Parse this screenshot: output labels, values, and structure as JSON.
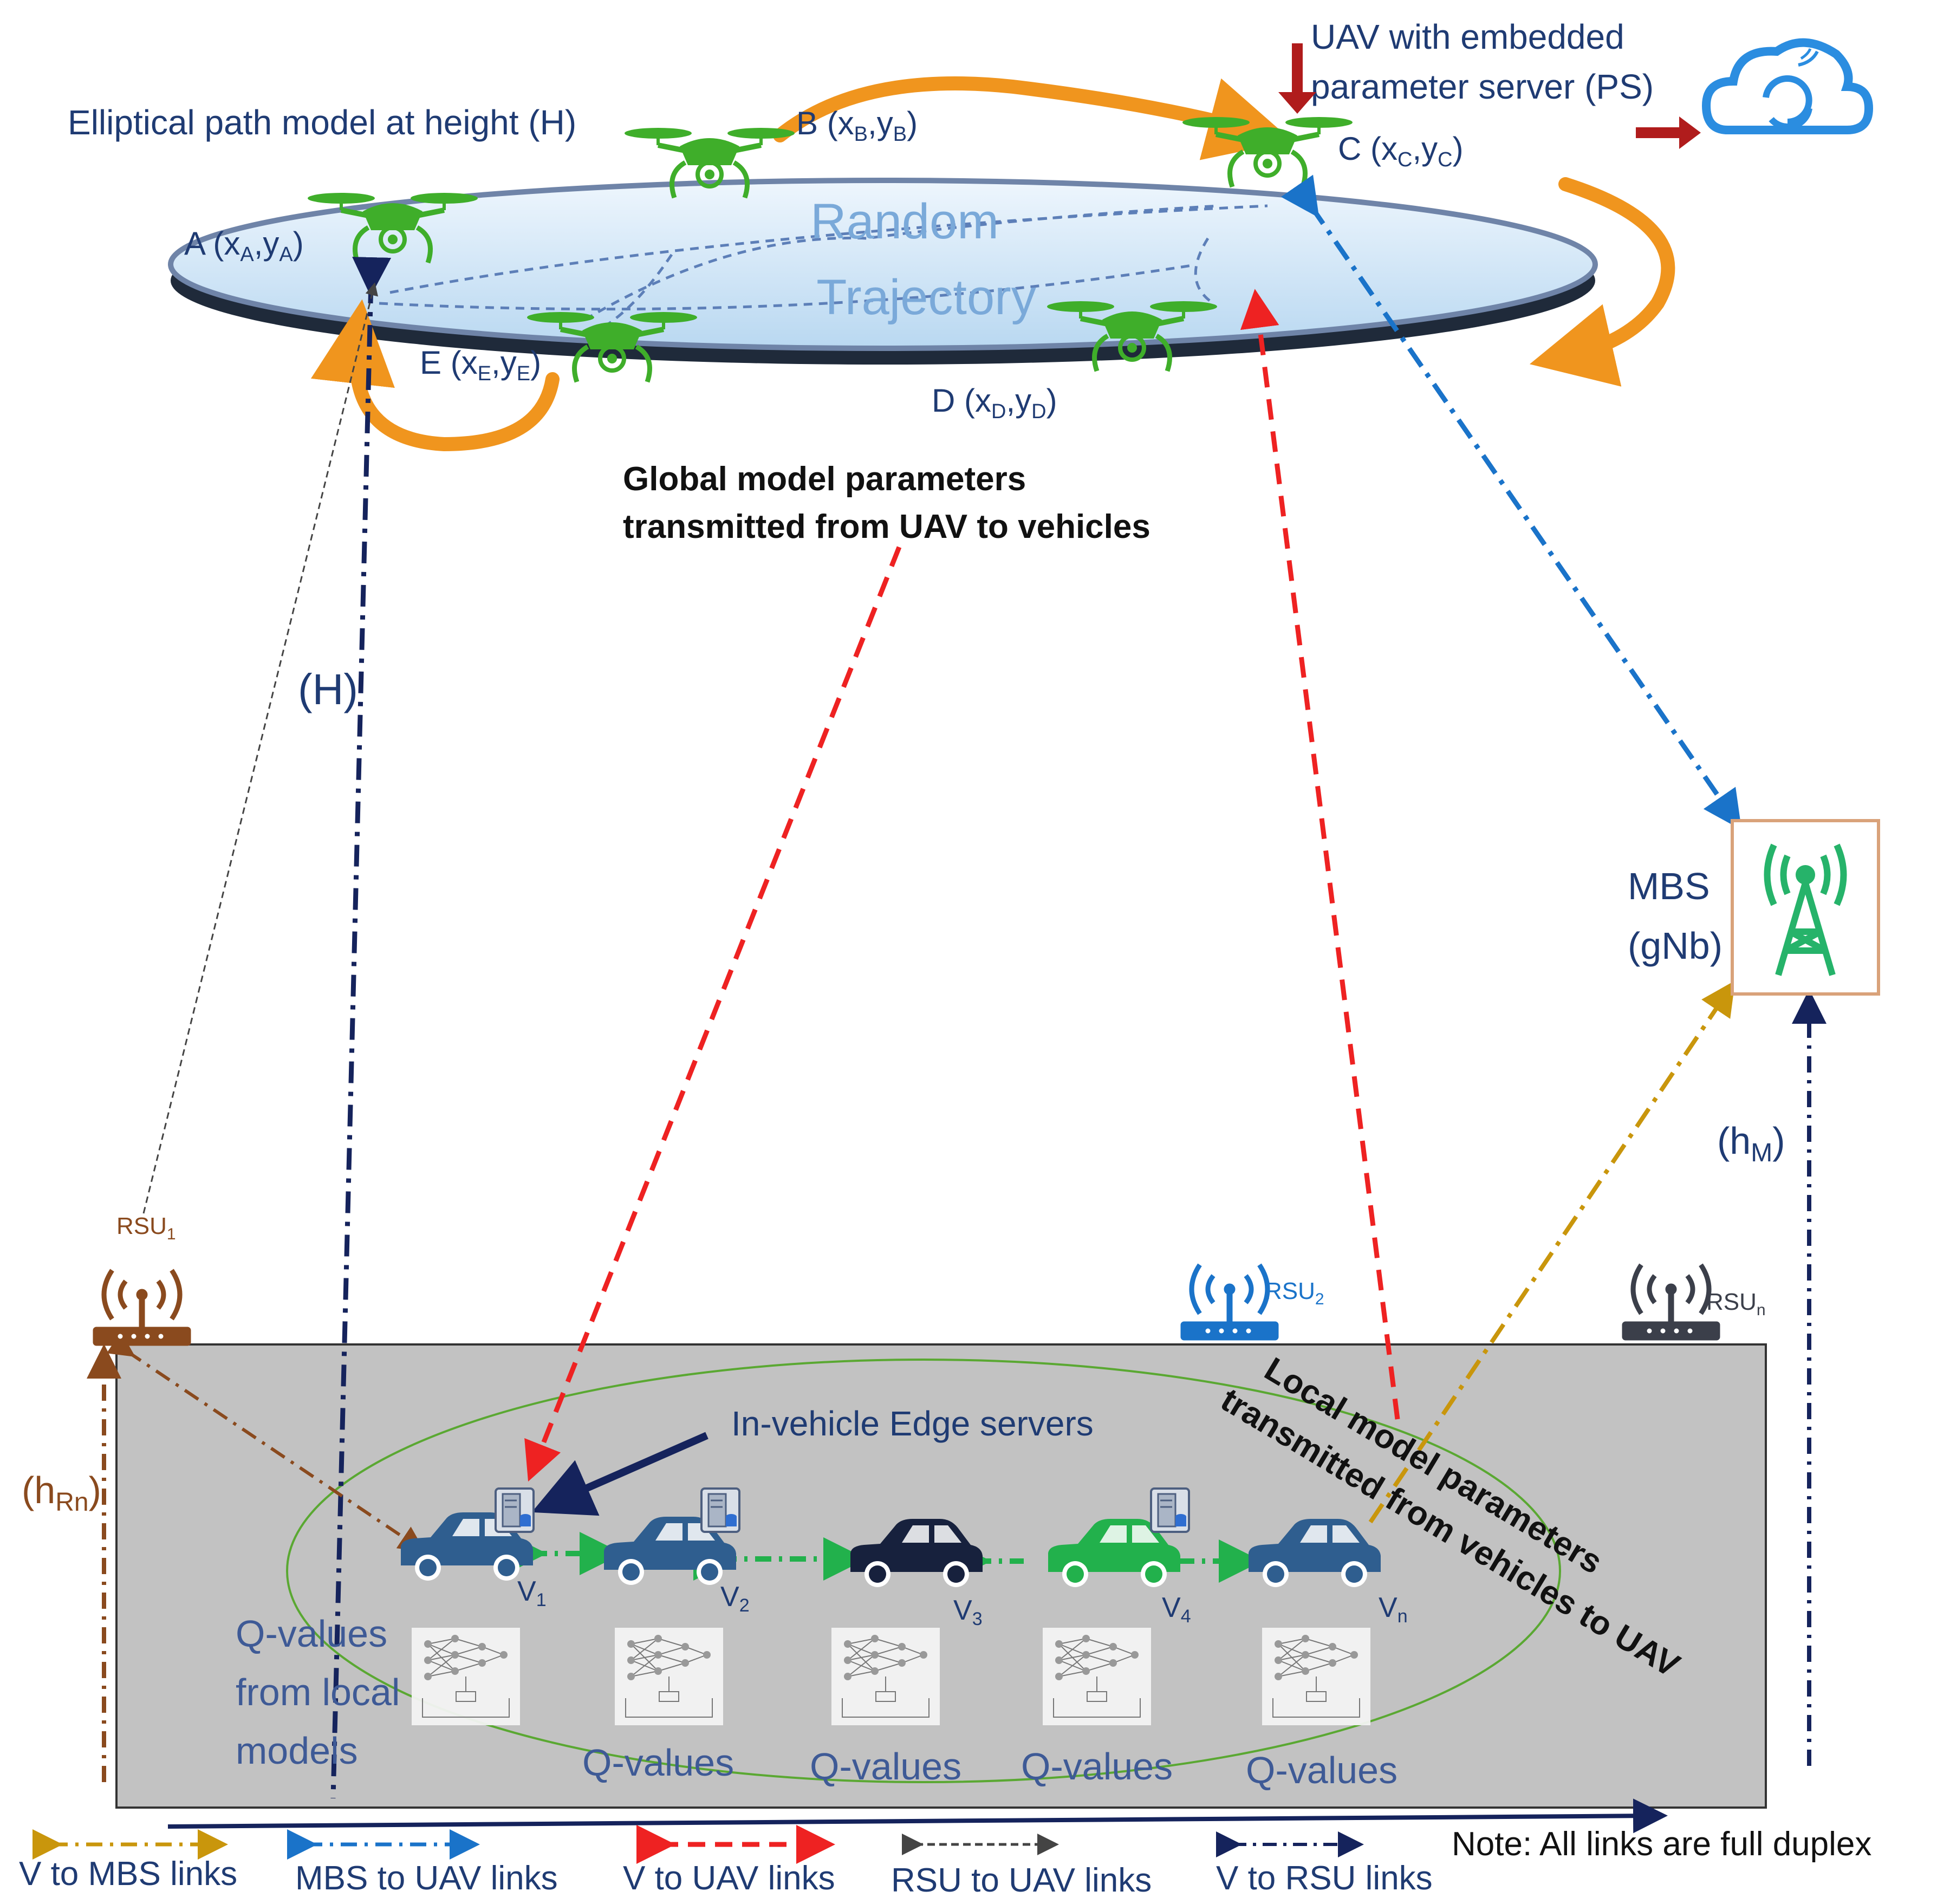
{
  "top": {
    "elliptical_path_label": "Elliptical path model at height (H)",
    "uav_ps_label_line1": "UAV with embedded",
    "uav_ps_label_line2": "parameter server (PS)",
    "trajectory_line1": "Random",
    "trajectory_line2": "Trajectory",
    "height_label": "(H)"
  },
  "waypoints": {
    "A": {
      "name": "A (x",
      "sub1": "A",
      "mid": ",y",
      "sub2": "A",
      "end": ")"
    },
    "B": {
      "name": "B (x",
      "sub1": "B",
      "mid": ",y",
      "sub2": "B",
      "end": ")"
    },
    "C": {
      "name": "C (x",
      "sub1": "C",
      "mid": ",y",
      "sub2": "C",
      "end": ")"
    },
    "D": {
      "name": "D (x",
      "sub1": "D",
      "mid": ",y",
      "sub2": "D",
      "end": ")"
    },
    "E": {
      "name": "E (x",
      "sub1": "E",
      "mid": ",y",
      "sub2": "E",
      "end": ")"
    }
  },
  "annotations": {
    "global_line1": "Global model parameters",
    "global_line2": "transmitted from UAV to vehicles",
    "local_line1": "Local model parameters",
    "local_line2": "transmitted from vehicles to UAV",
    "edge_servers": "In-vehicle Edge servers",
    "qvalues_local_line1": "Q-values",
    "qvalues_local_line2": "from local",
    "qvalues_local_line3": "models"
  },
  "mbs": {
    "line1": "MBS",
    "line2": "(gNb)",
    "height_main": "(h",
    "height_sub": "M",
    "height_end": ")"
  },
  "rsus": {
    "rsu1": {
      "main": "RSU",
      "sub": "1"
    },
    "rsu2": {
      "main": "RSU",
      "sub": "2"
    },
    "rsun": {
      "main": "RSU",
      "sub": "n"
    },
    "rsu_height_main": "(h",
    "rsu_height_sub": "Rn",
    "rsu_height_end": ")"
  },
  "vehicles": {
    "v1": {
      "main": "V",
      "sub": "1"
    },
    "v2": {
      "main": "V",
      "sub": "2"
    },
    "v3": {
      "main": "V",
      "sub": "3"
    },
    "v4": {
      "main": "V",
      "sub": "4"
    },
    "vn": {
      "main": "V",
      "sub": "n"
    }
  },
  "qvalues": [
    "Q-values",
    "Q-values",
    "Q-values",
    "Q-values"
  ],
  "legend": {
    "v_to_mbs": "V to MBS links",
    "mbs_to_uav": "MBS to UAV links",
    "v_to_uav": "V to UAV links",
    "rsu_to_uav": "RSU to UAV links",
    "v_to_rsu": "V to RSU links",
    "note": "Note: All links are full duplex"
  },
  "colors": {
    "drone": "#3fae2a",
    "orange_arrow": "#f0951e",
    "red_dash": "#ee2222",
    "blue_dashdot": "#1a73c9",
    "navy": "#15235c",
    "gold": "#c9960c",
    "brown": "#8a4a1e",
    "road": "#c0c0c0",
    "label_blue": "#3e5a96"
  }
}
